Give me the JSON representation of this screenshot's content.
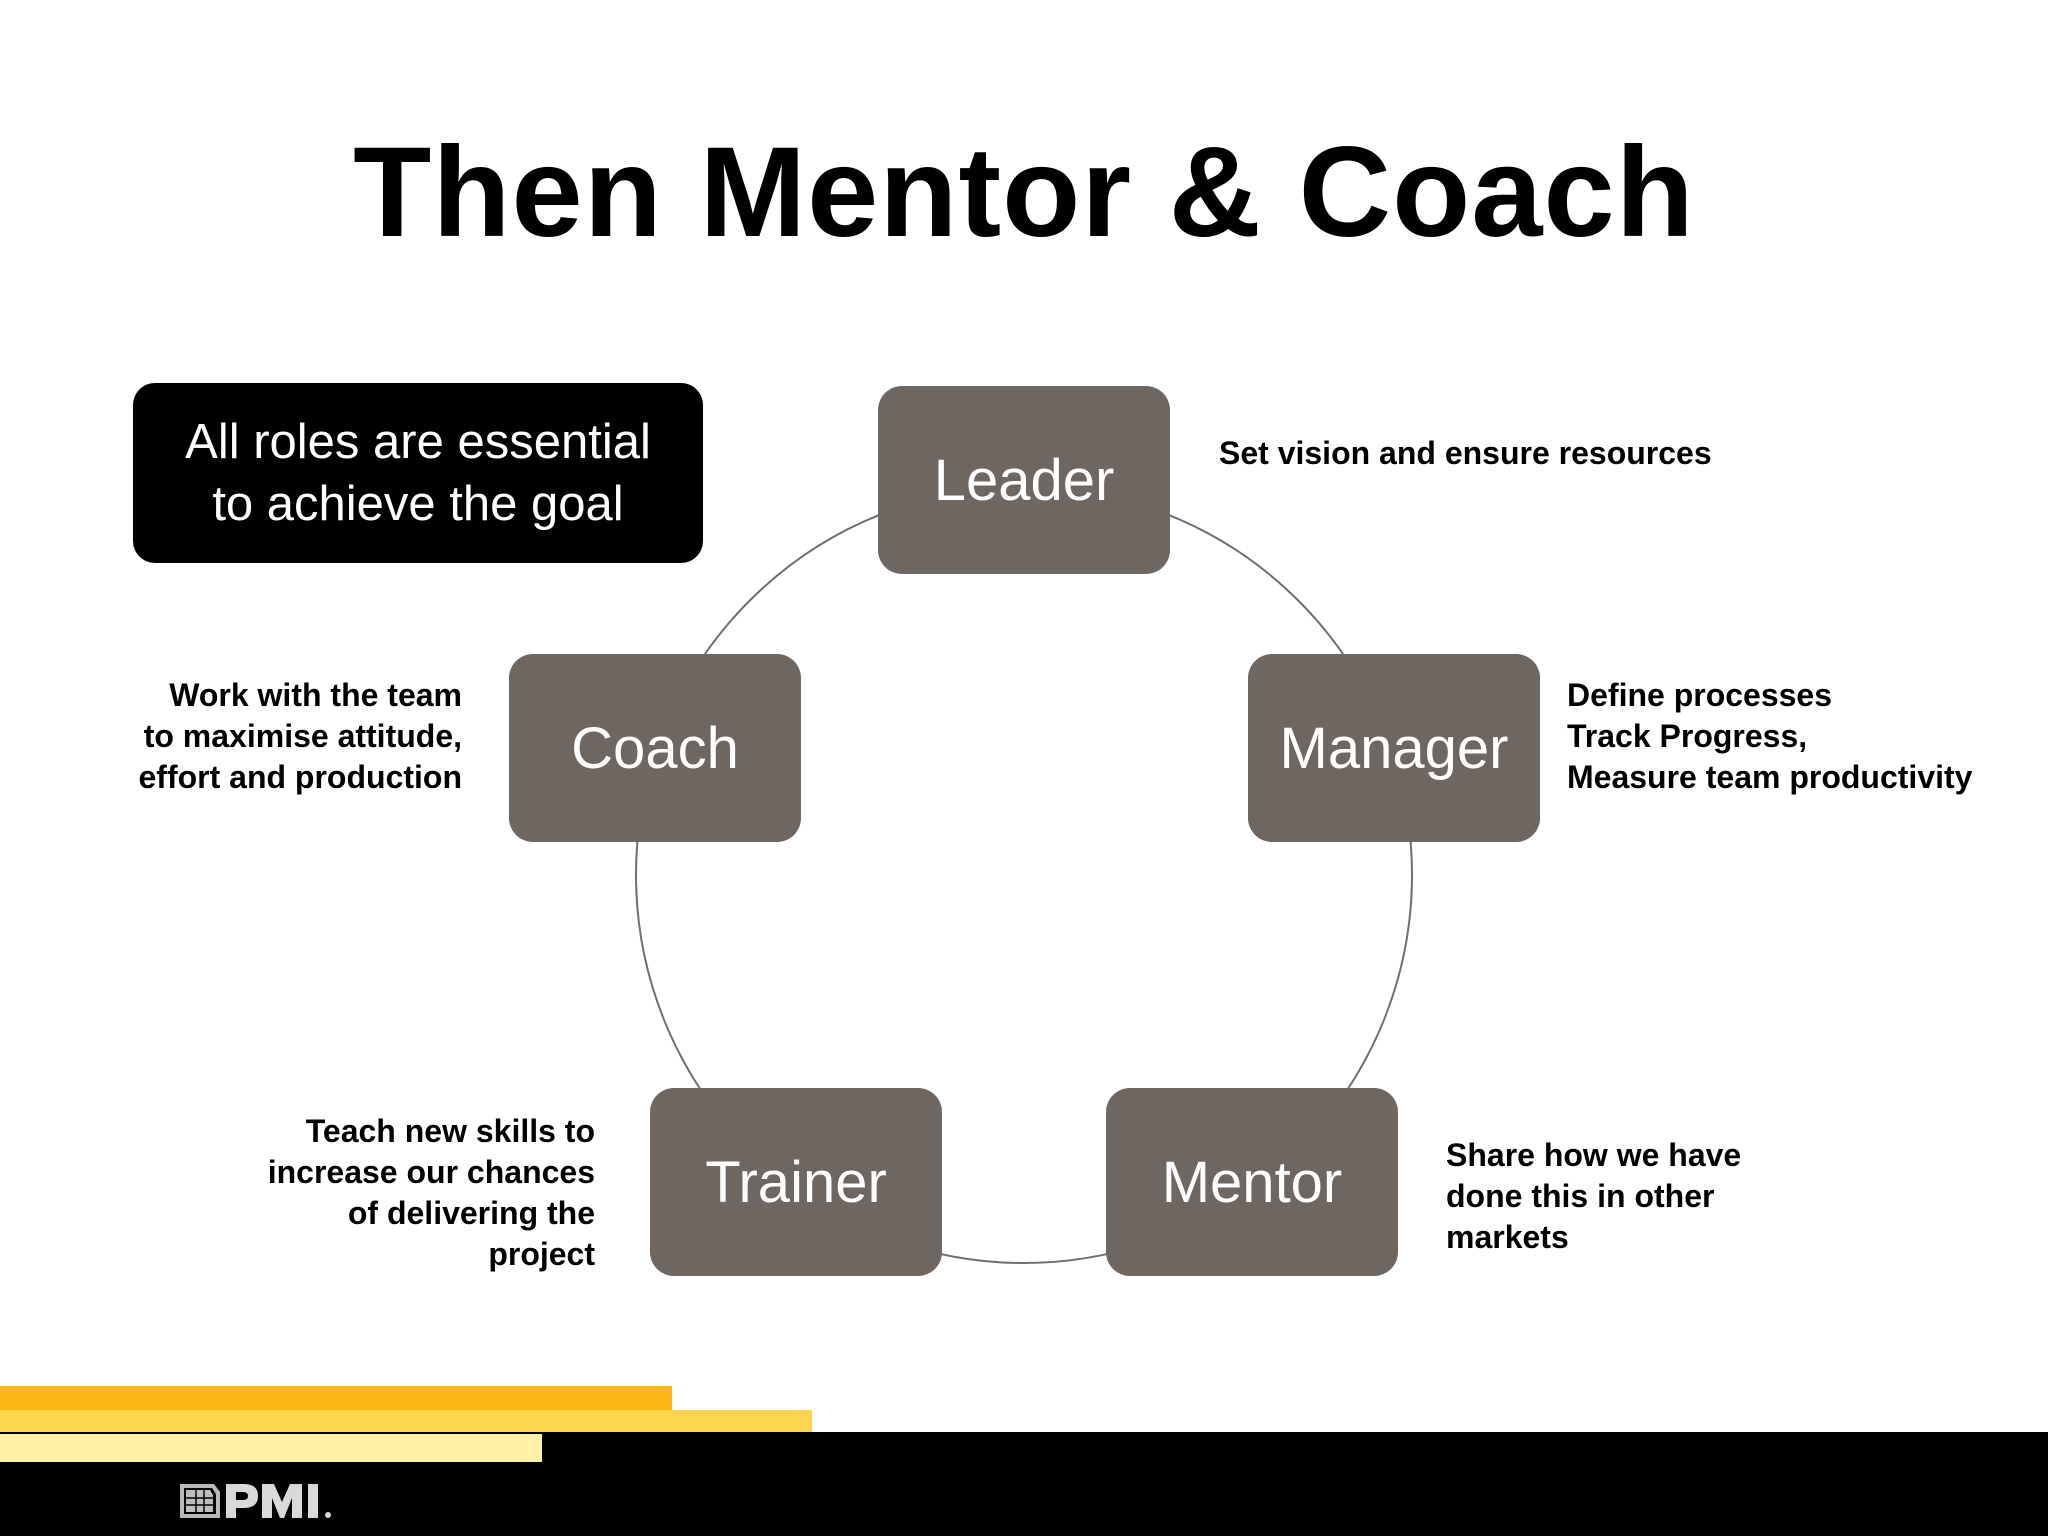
{
  "title": "Then Mentor & Coach",
  "callout": "All roles are essential\nto achieve the goal",
  "roles": {
    "leader": "Leader",
    "manager": "Manager",
    "mentor": "Mentor",
    "trainer": "Trainer",
    "coach": "Coach"
  },
  "descriptions": {
    "leader": "Set vision and ensure resources",
    "manager": "Define processes\nTrack Progress,\nMeasure team productivity",
    "mentor": "Share how we have\ndone this in other\nmarkets",
    "trainer": "Teach new skills to\nincrease our chances\nof delivering the\nproject",
    "coach": "Work with the team\nto maximise attitude,\neffort and production"
  },
  "colors": {
    "role_box": "#6e6661",
    "callout_bg": "#000000",
    "ring_line": "#6f6f6f",
    "stripe_dark_yellow": "#fbb614",
    "stripe_yellow": "#fdd54f",
    "stripe_light_yellow": "#fff0a6",
    "footer": "#000000"
  },
  "logo": {
    "icon": "pmi-logo"
  }
}
